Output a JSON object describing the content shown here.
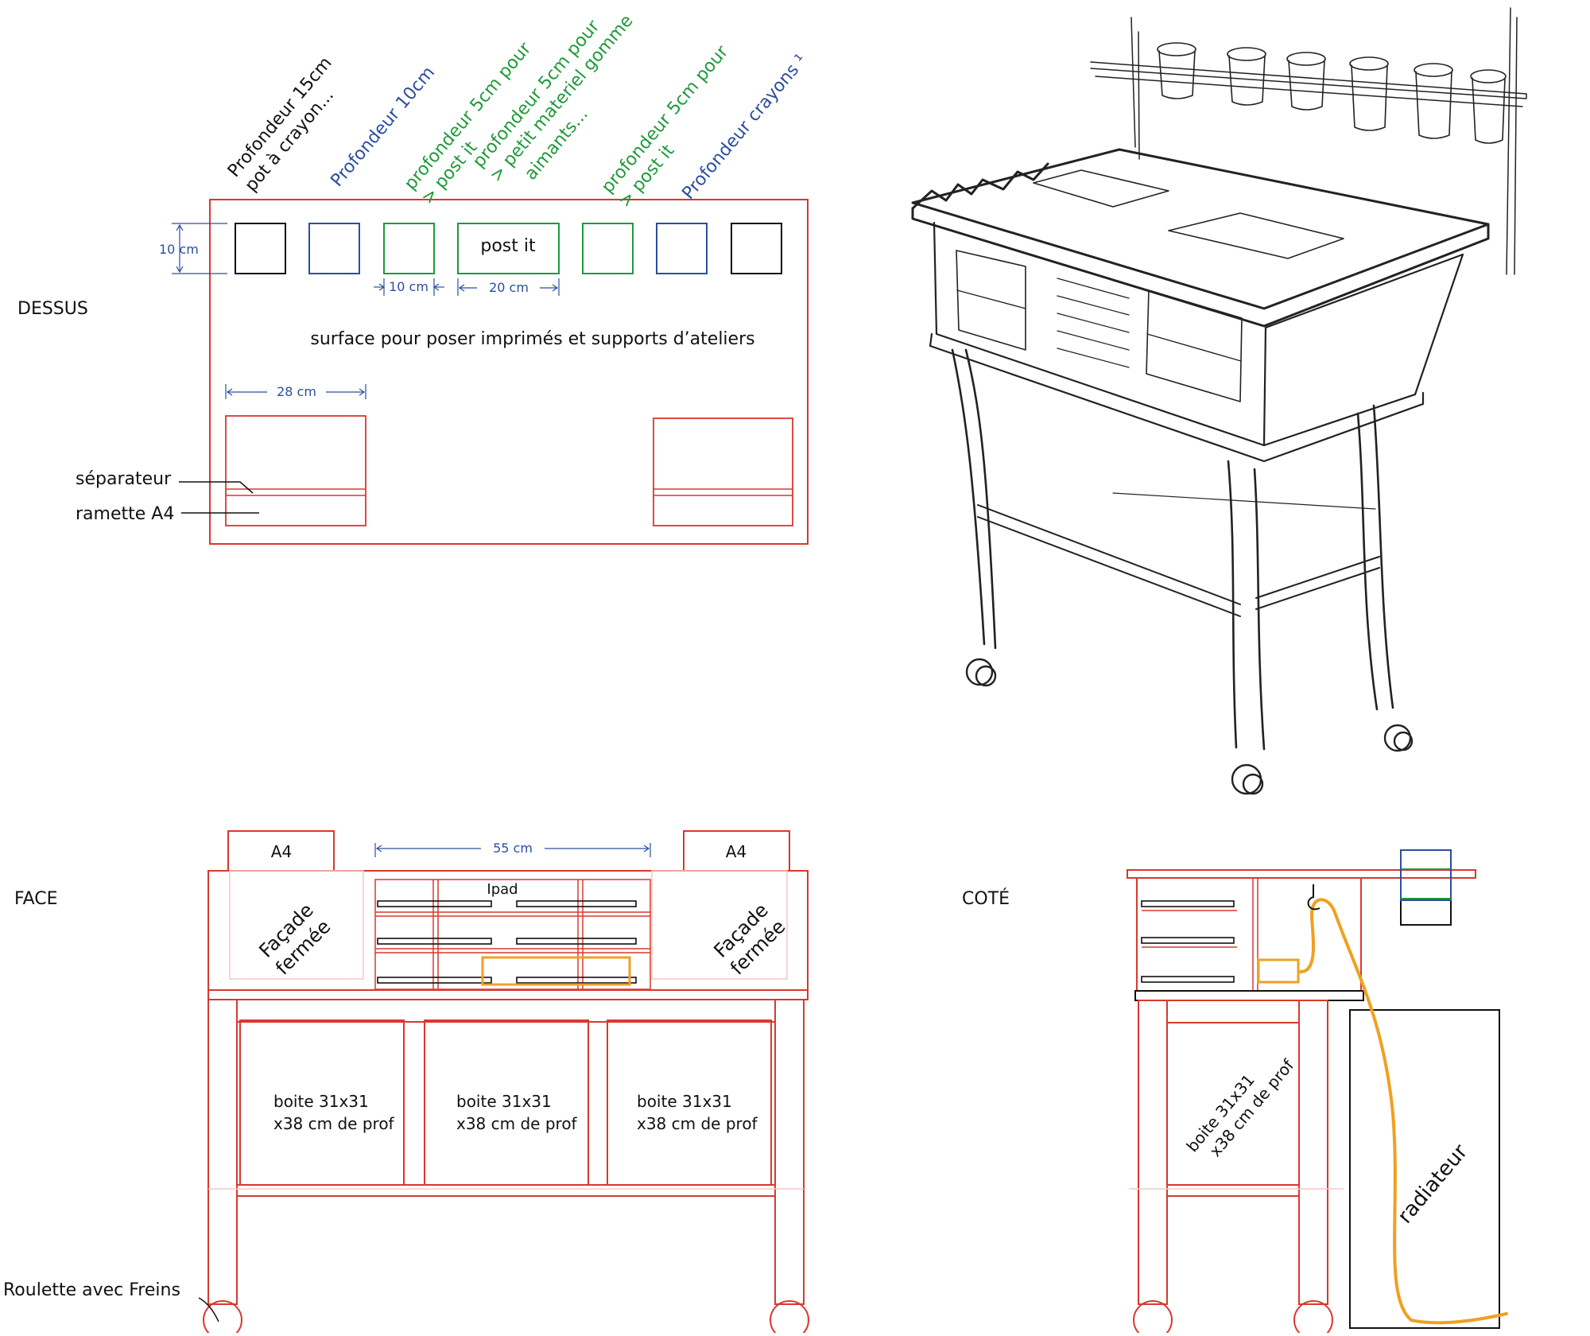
{
  "colors": {
    "red": "#d9382f",
    "blue": "#2c4ea0",
    "green": "#1e9a3a",
    "black": "#111111",
    "orange": "#f0a020",
    "pencil": "#222222"
  },
  "dessus": {
    "section_label": "DESSUS",
    "top_labels": [
      {
        "lines": [
          "Profondeur 15cm",
          "pot à crayon..."
        ]
      },
      {
        "lines": [
          "Profondeur 10cm"
        ]
      },
      {
        "lines": [
          "profondeur 5cm pour",
          "> post it"
        ]
      },
      {
        "lines": [
          "profondeur 5cm pour",
          "> petit materiel gomme",
          "aimants..."
        ]
      },
      {
        "lines": [
          "profondeur 5cm pour",
          "> post it"
        ]
      },
      {
        "lines": [
          "Profondeur crayons ¹"
        ]
      }
    ],
    "post_it_label": "post it",
    "dim_10cm_vertical": "10 cm",
    "dim_10cm": "10 cm",
    "dim_20cm": "20 cm",
    "surface_text": "surface pour poser imprimés et supports d’ateliers",
    "dim_28cm": "28 cm",
    "separateur": "séparateur",
    "ramette": "ramette A4"
  },
  "face": {
    "section_label": "FACE",
    "a4_left": "A4",
    "a4_right": "A4",
    "dim_55cm": "55 cm",
    "ipad": "Ipad",
    "facade_line1": "Façade",
    "facade_line2": "fermée",
    "boxes": [
      {
        "line1": "boite 31x31",
        "line2": "x38 cm de prof"
      },
      {
        "line1": "boite 31x31",
        "line2": "x38 cm de prof"
      },
      {
        "line1": "boite 31x31",
        "line2": "x38 cm de prof"
      }
    ],
    "roulette": "Roulette avec Freins"
  },
  "cote": {
    "section_label": "COTÉ",
    "box_line1": "boite 31x31",
    "box_line2": "x38 cm de prof",
    "radiateur": "radiateur"
  }
}
